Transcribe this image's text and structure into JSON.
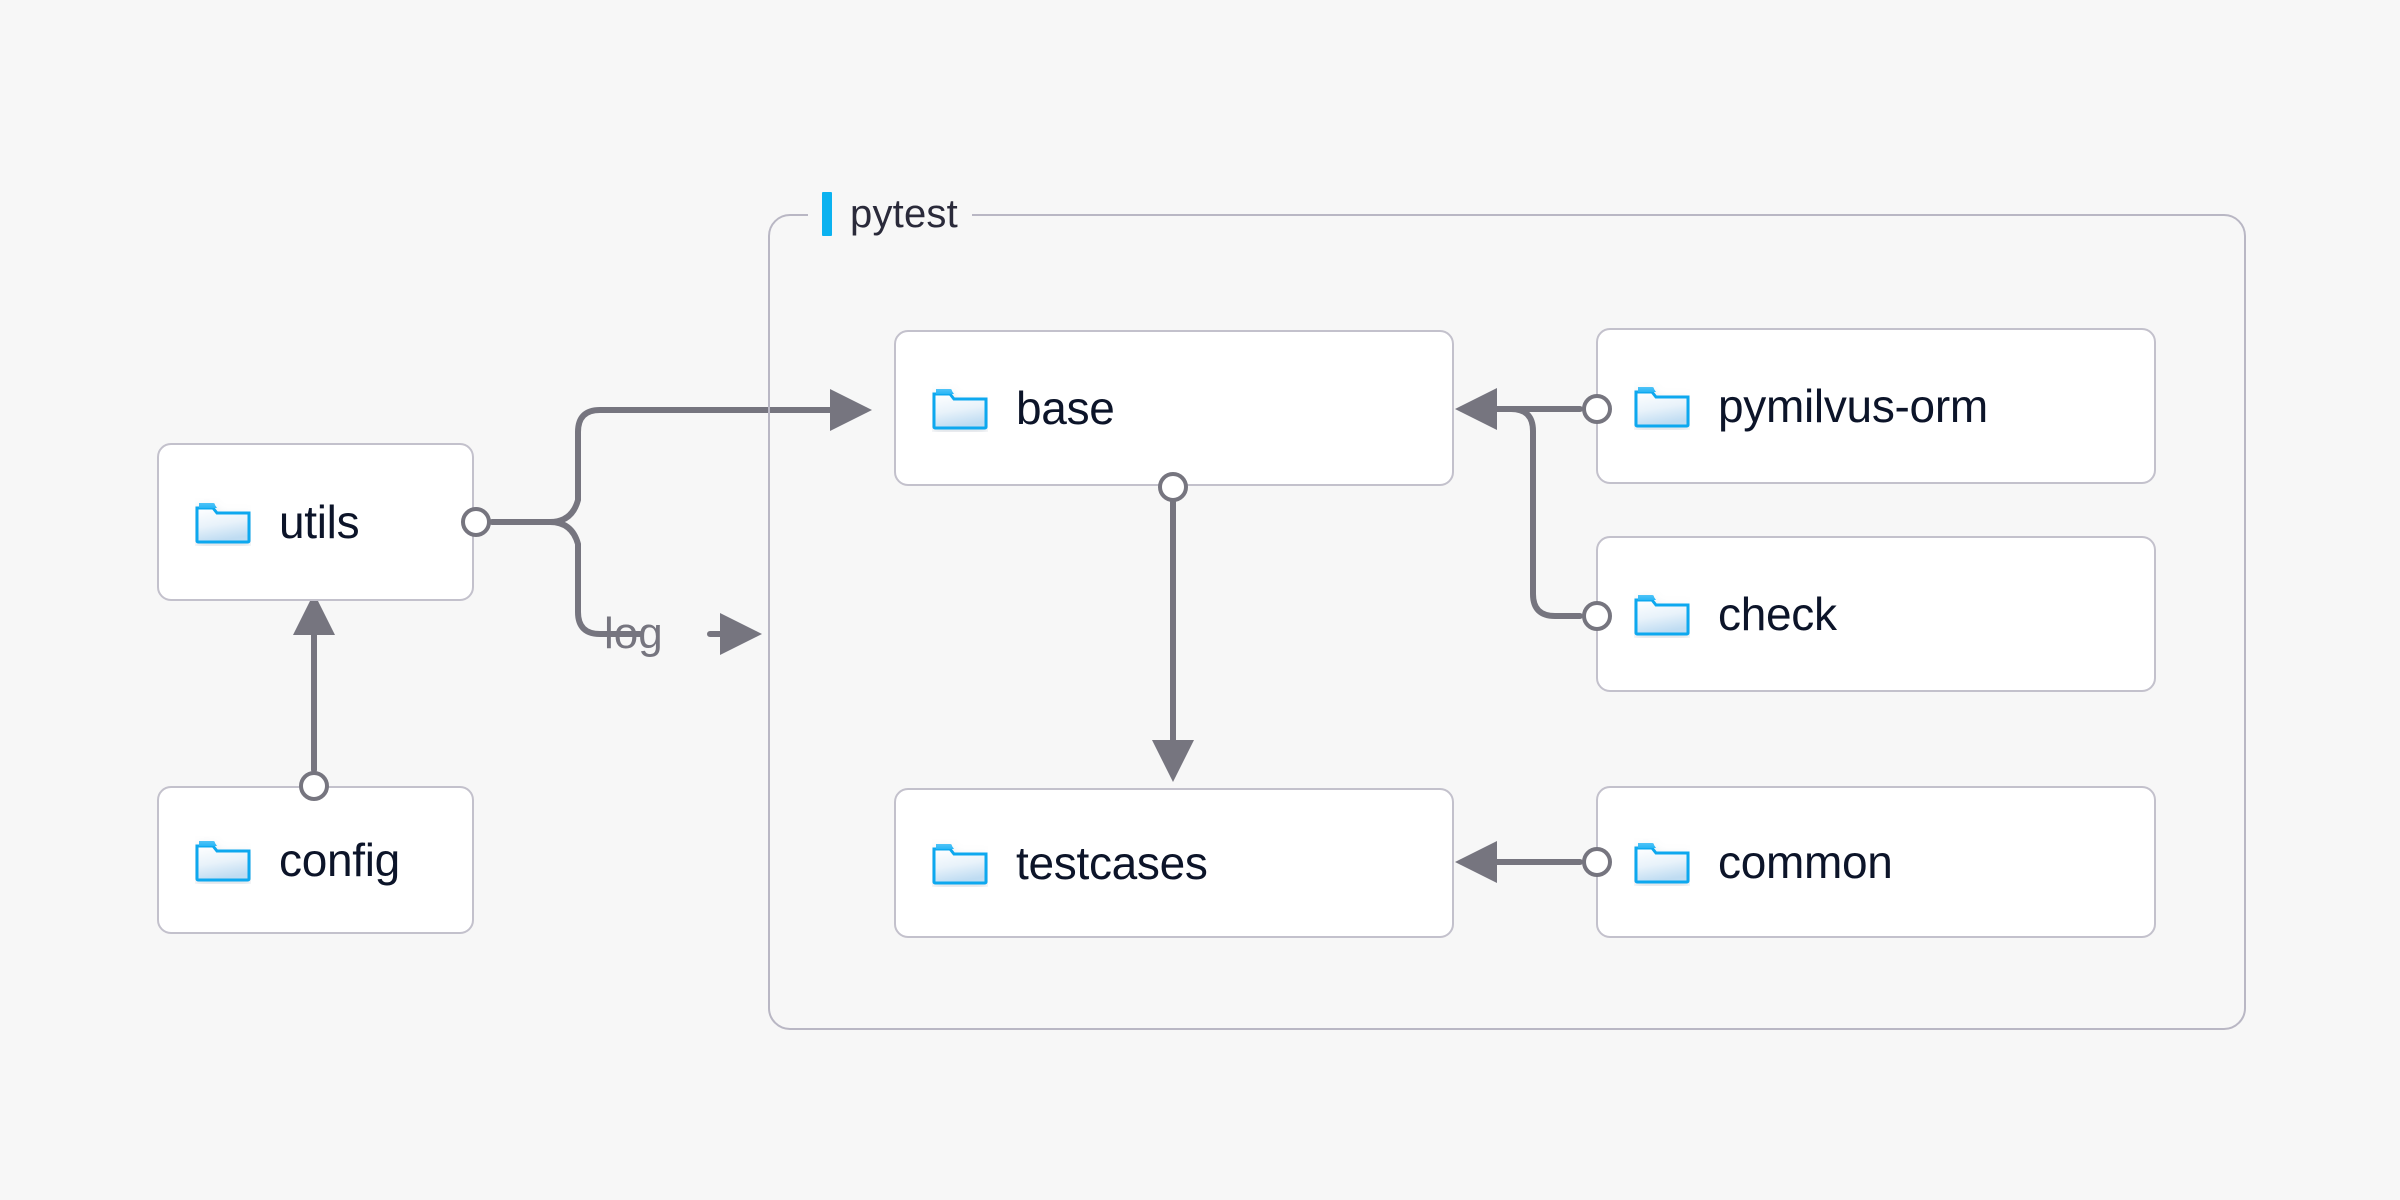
{
  "diagram": {
    "type": "architecture-folder-graph",
    "background_color": "#f7f7f7",
    "accent_color": "#0bb2f0",
    "edge_color": "#76757f",
    "box_border_color": "#c3c1cc",
    "group_border_color": "#b9b7c4",
    "label_color": "#0c1429"
  },
  "group": {
    "label": "pytest",
    "icon": "accent-bar"
  },
  "nodes": [
    {
      "id": "utils",
      "label": "utils",
      "icon": "folder-icon"
    },
    {
      "id": "config",
      "label": "config",
      "icon": "folder-icon"
    },
    {
      "id": "base",
      "label": "base",
      "icon": "folder-icon"
    },
    {
      "id": "testcases",
      "label": "testcases",
      "icon": "folder-icon"
    },
    {
      "id": "pymilvus-orm",
      "label": "pymilvus-orm",
      "icon": "folder-icon"
    },
    {
      "id": "check",
      "label": "check",
      "icon": "folder-icon"
    },
    {
      "id": "common",
      "label": "common",
      "icon": "folder-icon"
    }
  ],
  "edge_labels": [
    {
      "id": "log",
      "text": "log"
    }
  ],
  "edges": [
    {
      "from": "config",
      "to": "utils",
      "label": ""
    },
    {
      "from": "utils",
      "to": "base",
      "label": ""
    },
    {
      "from": "utils",
      "to": "pytest",
      "label": "log"
    },
    {
      "from": "base",
      "to": "testcases",
      "label": ""
    },
    {
      "from": "pymilvus-orm",
      "to": "base",
      "label": ""
    },
    {
      "from": "check",
      "to": "base",
      "label": ""
    },
    {
      "from": "common",
      "to": "testcases",
      "label": ""
    }
  ]
}
